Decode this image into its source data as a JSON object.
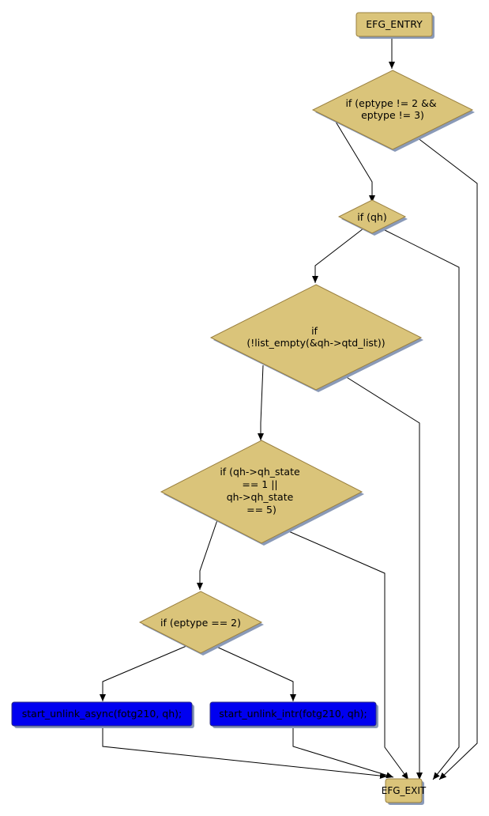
{
  "colors": {
    "node_fill": "#DAC47A",
    "node_stroke": "#9A8040",
    "action_fill": "#0000F0",
    "action_stroke": "#303080",
    "shadow": "#8A9AB8",
    "edge": "#000000",
    "text": "#000000"
  },
  "nodes": {
    "entry": [
      "EFG_ENTRY"
    ],
    "cond_eptype_not_2_3": [
      "if (eptype != 2 &&",
      "eptype != 3)"
    ],
    "cond_qh": [
      "if (qh)"
    ],
    "cond_list_empty": [
      "if",
      "(!list_empty(&qh->qtd_list))"
    ],
    "cond_qh_state": [
      "if (qh->qh_state",
      "== 1 ||",
      "qh->qh_state",
      "== 5)"
    ],
    "cond_eptype_2": [
      "if (eptype == 2)"
    ],
    "action_unlink_async": [
      "start_unlink_async(fotg210, qh);"
    ],
    "action_unlink_intr": [
      "start_unlink_intr(fotg210, qh);"
    ],
    "exit": [
      "EFG_EXIT"
    ]
  }
}
